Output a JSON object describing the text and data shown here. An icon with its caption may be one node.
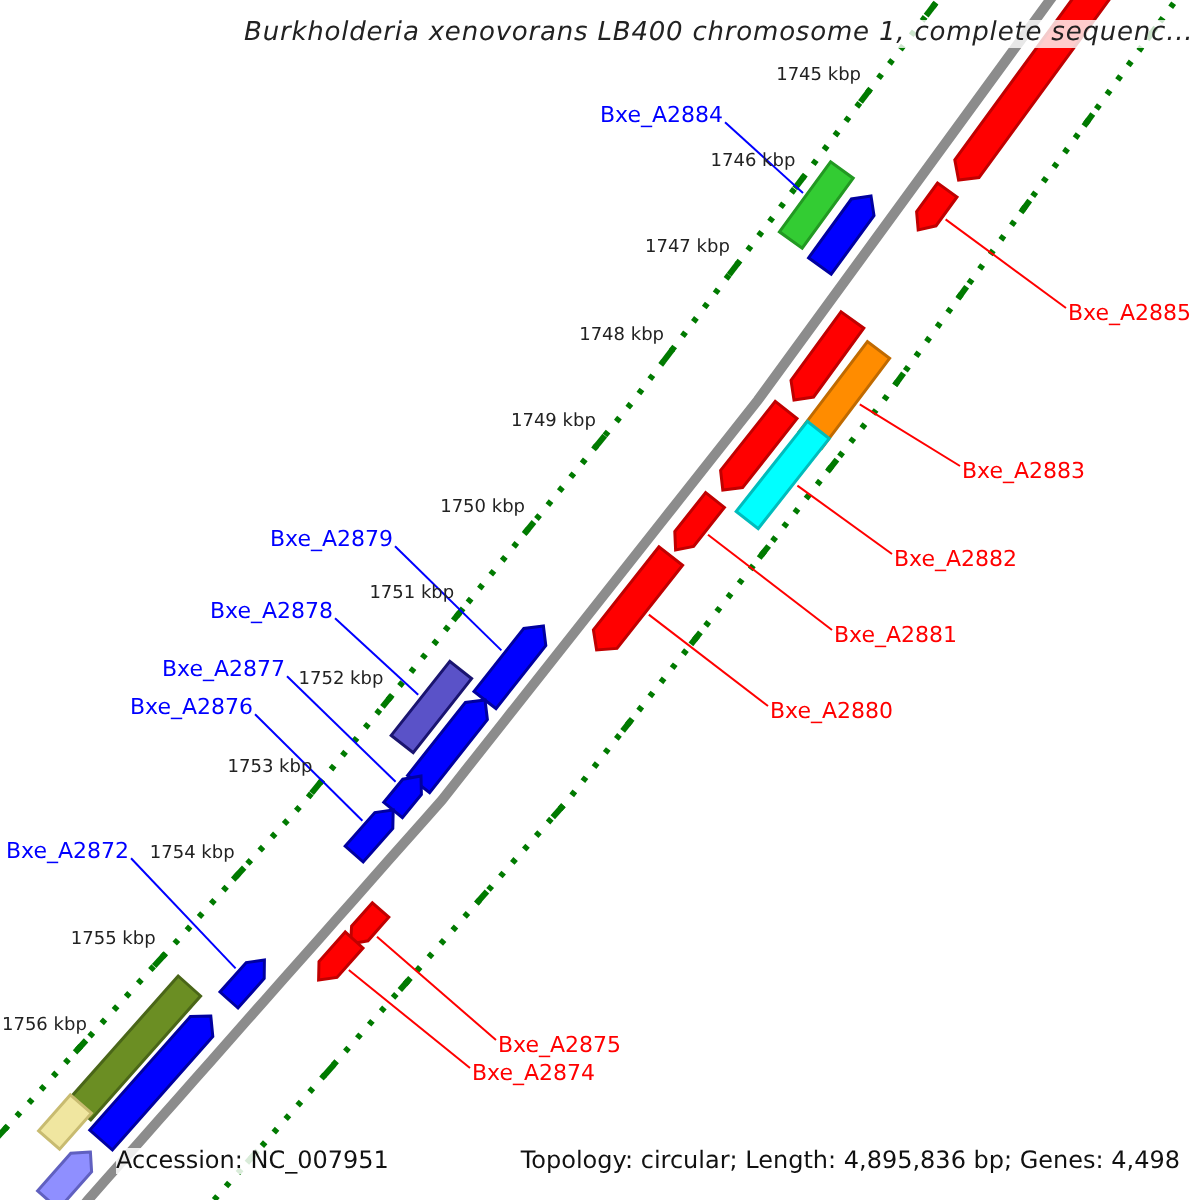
{
  "diagram": {
    "title": "Burkholderia xenovorans LB400 chromosome 1, complete sequenc...",
    "nodes": [
      {
        "text": [
          "Bxe_A2884"
        ]
      },
      {
        "text": [
          "Bxe_A2885"
        ]
      },
      {
        "text": [
          "Bxe_A2883"
        ]
      },
      {
        "text": [
          "Bxe_A2879"
        ]
      },
      {
        "text": [
          "Bxe_A2882"
        ]
      },
      {
        "text": [
          "Bxe_A2878"
        ]
      },
      {
        "text": [
          "Bxe_A2881"
        ]
      },
      {
        "text": [
          "Bxe_A2877"
        ]
      },
      {
        "text": [
          "Bxe_A2876"
        ]
      },
      {
        "text": [
          "Bxe_A2880"
        ]
      },
      {
        "text": [
          "Bxe_A2872"
        ]
      },
      {
        "text": [
          "Bxe_A2875"
        ]
      },
      {
        "text": [
          "Bxe_A2874"
        ]
      },
      {
        "text": [],
        "shape": "arrow"
      },
      {
        "text": [],
        "shape": "bar"
      },
      {
        "text": [],
        "shape": "arrow"
      },
      {
        "text": [],
        "shape": "arrow"
      },
      {
        "text": [],
        "shape": "arrow"
      },
      {
        "text": [],
        "shape": "bar"
      },
      {
        "text": [],
        "shape": "arrow"
      },
      {
        "text": [],
        "shape": "bar"
      },
      {
        "text": [],
        "shape": "arrow"
      },
      {
        "text": [],
        "shape": "arrow"
      },
      {
        "text": [],
        "shape": "arrow"
      },
      {
        "text": [],
        "shape": "bar"
      },
      {
        "text": [],
        "shape": "arrow"
      },
      {
        "text": [],
        "shape": "arrow"
      },
      {
        "text": [],
        "shape": "arrow"
      },
      {
        "text": [],
        "shape": "arrow"
      },
      {
        "text": [],
        "shape": "arrow"
      },
      {
        "text": [],
        "shape": "arrow"
      },
      {
        "text": [],
        "shape": "bar"
      },
      {
        "text": [],
        "shape": "arrow"
      },
      {
        "text": [],
        "shape": "bar"
      },
      {
        "text": [],
        "shape": "arrow"
      }
    ],
    "edges": [
      {
        "from": 0,
        "to": 14,
        "arrow": "none",
        "color": "#0000ff"
      },
      {
        "from": 1,
        "to": 15,
        "arrow": "none"
      },
      {
        "from": 2,
        "to": 18,
        "arrow": "none"
      },
      {
        "from": 3,
        "to": 23,
        "arrow": "none",
        "color": "#0000ff"
      },
      {
        "from": 4,
        "to": 20,
        "arrow": "none"
      },
      {
        "from": 5,
        "to": 24,
        "arrow": "none",
        "color": "#0000ff"
      },
      {
        "from": 6,
        "to": 21,
        "arrow": "none"
      },
      {
        "from": 7,
        "to": 26,
        "arrow": "none",
        "color": "#0000ff"
      },
      {
        "from": 8,
        "to": 27,
        "arrow": "none",
        "color": "#0000ff"
      },
      {
        "from": 9,
        "to": 22,
        "arrow": "none"
      },
      {
        "from": 10,
        "to": 30,
        "arrow": "none",
        "color": "#0000ff"
      },
      {
        "from": 11,
        "to": 28,
        "arrow": "none"
      },
      {
        "from": 12,
        "to": 29,
        "arrow": "none"
      }
    ],
    "labels": [
      "1745 kbp",
      "1746 kbp",
      "1747 kbp",
      "1748 kbp",
      "1749 kbp",
      "1750 kbp",
      "1751 kbp",
      "1752 kbp",
      "1753 kbp",
      "1754 kbp",
      "1755 kbp",
      "1756 kbp",
      "Accession: NC_007951",
      "Topology: circular; Length: 4,895,836 bp; Genes: 4,498"
    ]
  }
}
